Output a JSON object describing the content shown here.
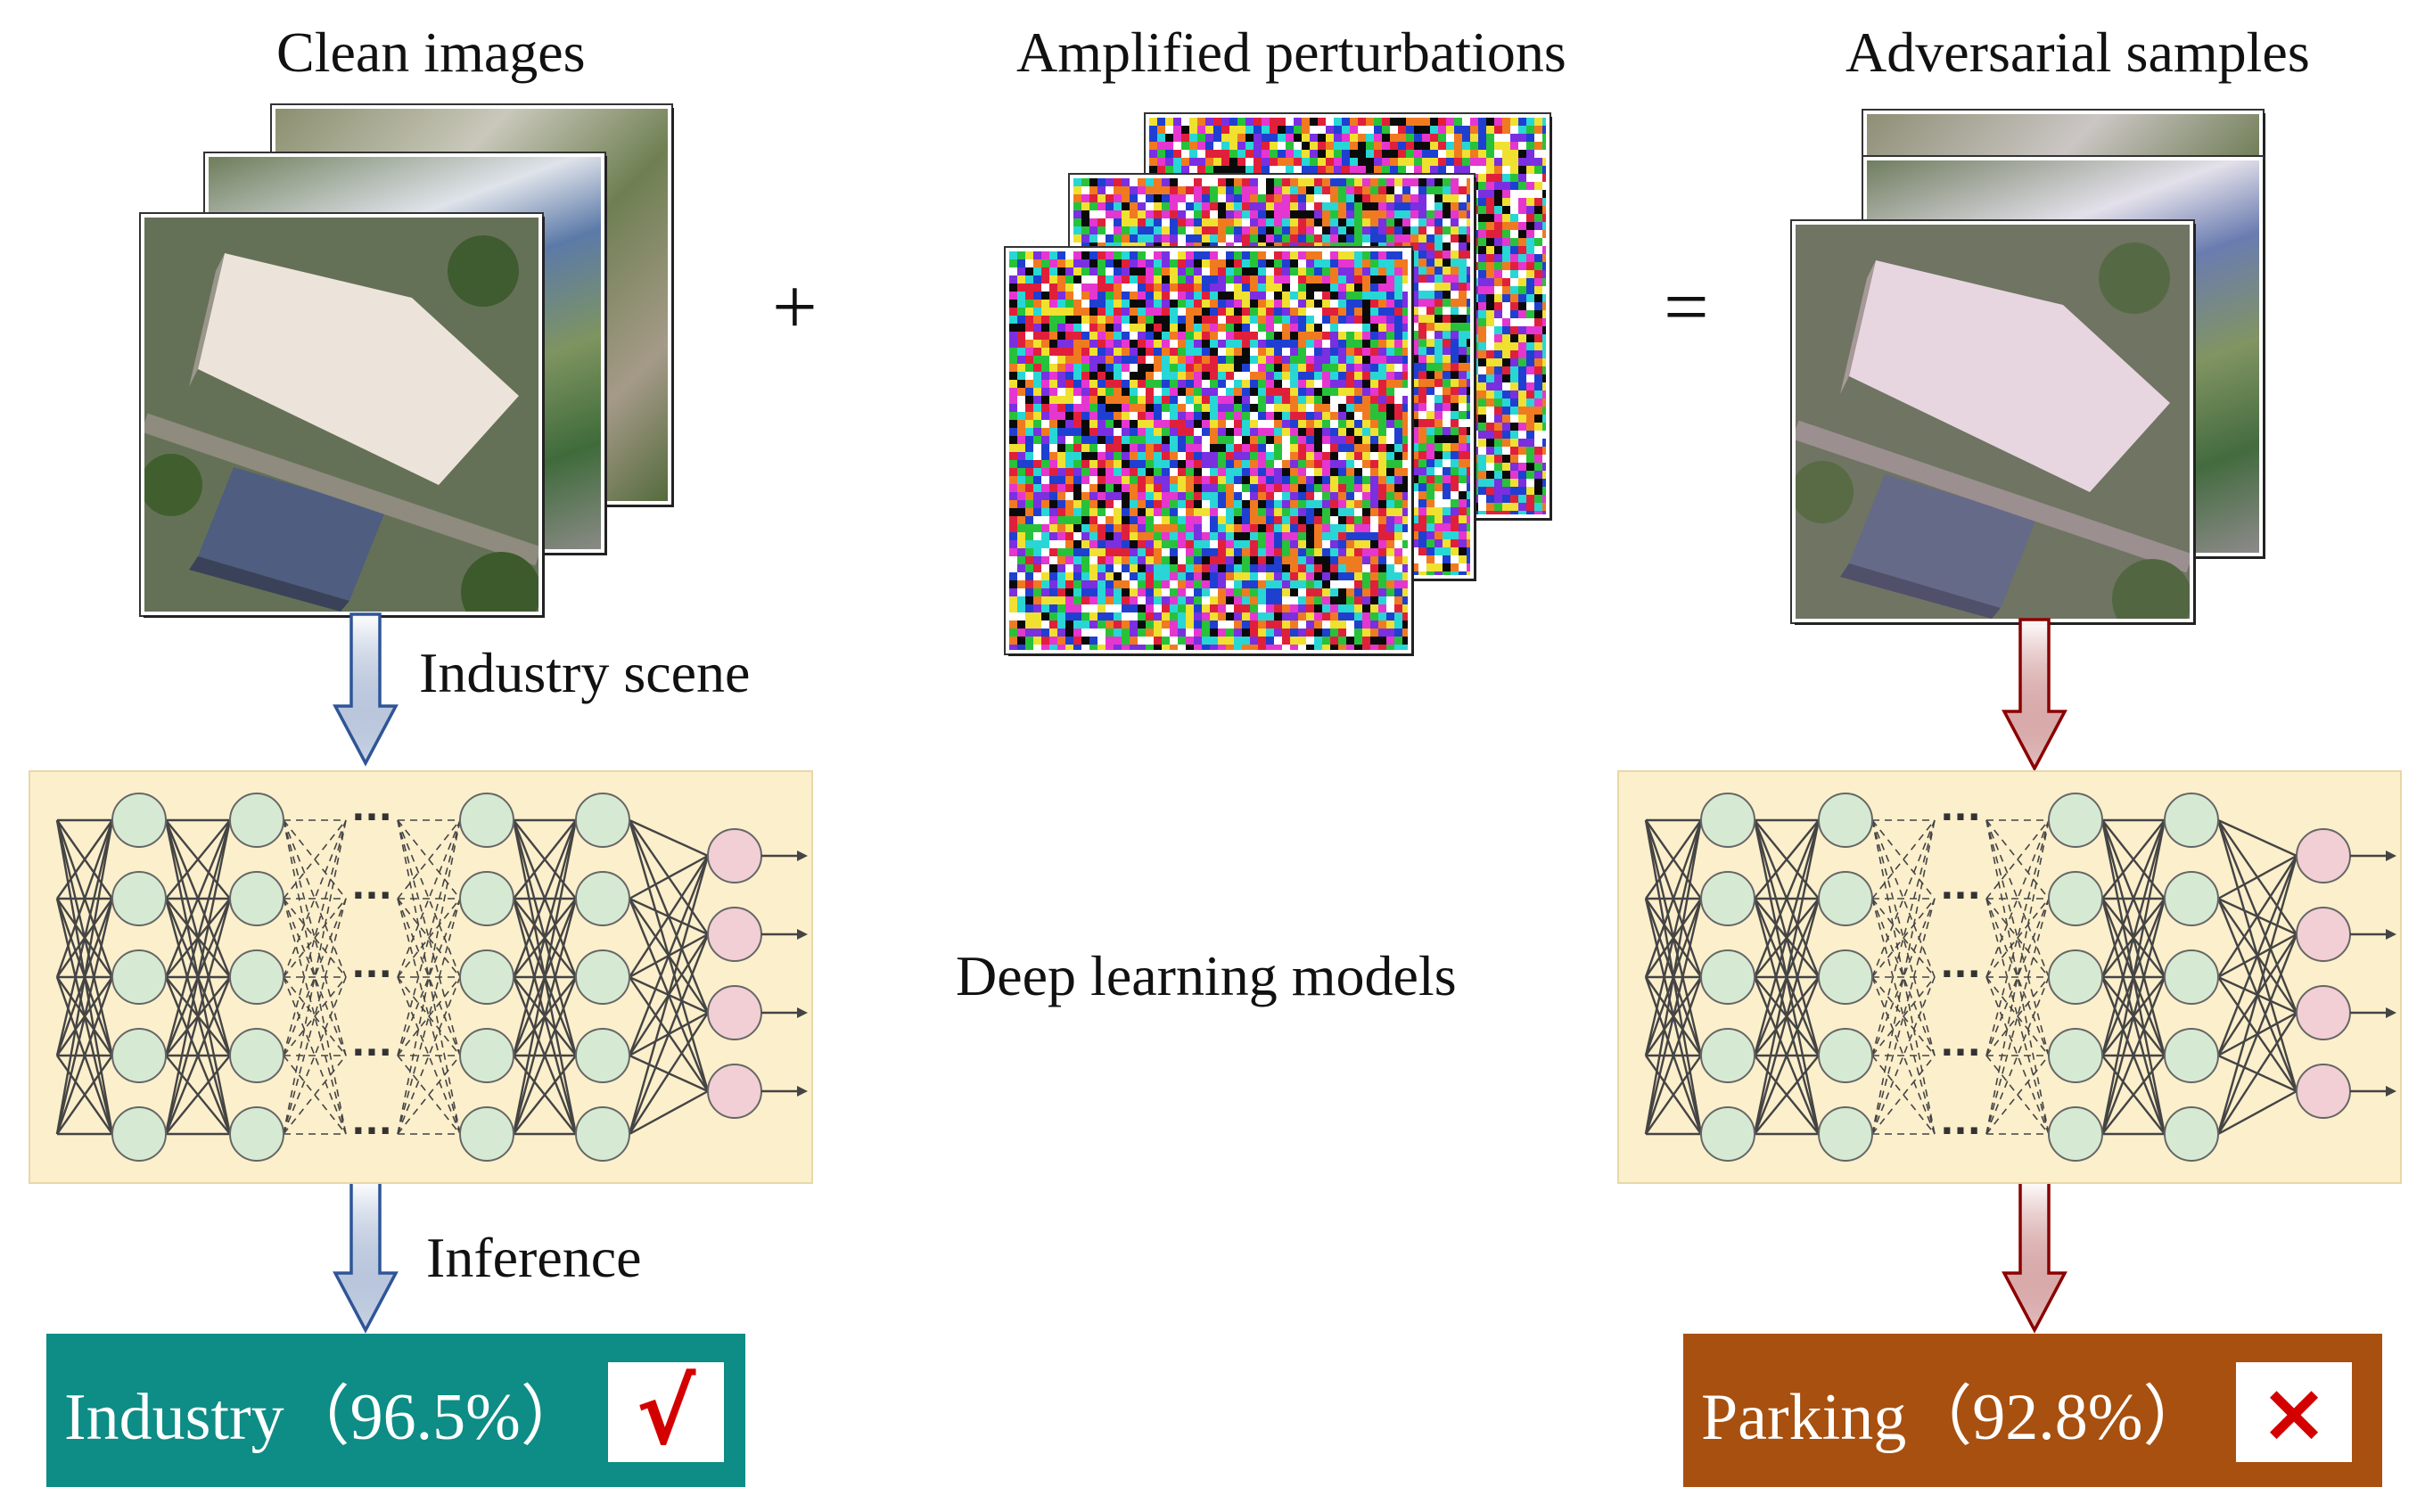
{
  "headings": {
    "clean": "Clean images",
    "perturb": "Amplified perturbations",
    "adversarial": "Adversarial samples"
  },
  "operators": {
    "plus": "+",
    "equals": "="
  },
  "labels": {
    "scene": "Industry scene",
    "inference": "Inference",
    "models": "Deep learning models"
  },
  "results": {
    "clean": {
      "text": "Industry（96.5%）",
      "mark": "√",
      "bg": "#0e8c86",
      "mark_color": "#d40000"
    },
    "adversarial": {
      "text": "Parking（92.8%）",
      "mark": "×",
      "bg": "#a8500f",
      "mark_color": "#d40000"
    }
  },
  "colors": {
    "clean_arrow": "#2f5597",
    "adv_arrow": "#8b0000",
    "hidden_node": "#d6ead3",
    "output_node": "#f1cfd4",
    "panel": "#fcefcc"
  },
  "network": {
    "hidden_layers_shown": 4,
    "nodes_per_hidden_layer": 5,
    "output_nodes": 4,
    "ellipsis": "···"
  }
}
